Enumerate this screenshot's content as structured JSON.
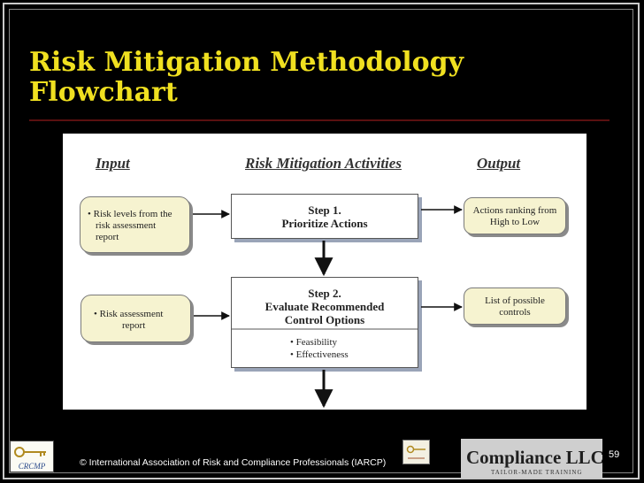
{
  "slide": {
    "title_line1": "Risk Mitigation Methodology",
    "title_line2": "Flowchart",
    "page_number": "59",
    "footer": "© International Association of Risk and Compliance Professionals (IARCP)"
  },
  "diagram": {
    "header_input": "Input",
    "header_activities": "Risk Mitigation Activities",
    "header_output": "Output",
    "input1_l1": "• Risk levels from the",
    "input1_l2": "risk assessment",
    "input1_l3": "report",
    "input2_l1": "• Risk assessment",
    "input2_l2": "report",
    "step1_l1": "Step 1.",
    "step1_l2": "Prioritize Actions",
    "step2_l1": "Step 2.",
    "step2_l2": "Evaluate Recommended",
    "step2_l3": "Control Options",
    "step2_b1": "• Feasibility",
    "step2_b2": "• Effectiveness",
    "output1_l1": "Actions ranking from",
    "output1_l2": "High to Low",
    "output2_l1": "List of possible",
    "output2_l2": "controls"
  },
  "logos": {
    "left_logo_text": "CRCMP",
    "right_logo_text": "Compliance LLC",
    "right_logo_sub": "TAILOR-MADE TRAINING"
  }
}
